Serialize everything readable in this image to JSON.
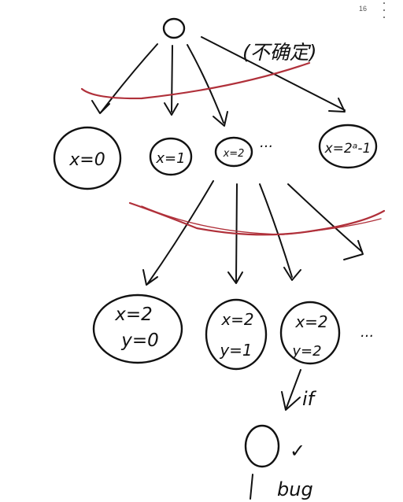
{
  "toolbar": {
    "page_number": "16",
    "more_icon": "vertical-ellipsis-icon",
    "text_color": "#555555"
  },
  "ink": {
    "pen_color": "#111111",
    "marker_color": "#b0303a"
  },
  "diagram": {
    "root_note": "(不确定)",
    "level1": [
      {
        "label": "x=0"
      },
      {
        "label": "x=1"
      },
      {
        "label": "x=2"
      },
      {
        "label": "...",
        "ellipsis": true
      },
      {
        "label": "x=2ᵃ-1"
      }
    ],
    "level2": [
      {
        "line1": "x=2",
        "line2": "y=0"
      },
      {
        "line1": "x=2",
        "line2": "y=1"
      },
      {
        "line1": "x=2",
        "line2": "y=2"
      },
      {
        "line1": "...",
        "ellipsis": true
      }
    ],
    "if_label": "if",
    "check_mark": "✓",
    "leaf_note": "bug"
  }
}
